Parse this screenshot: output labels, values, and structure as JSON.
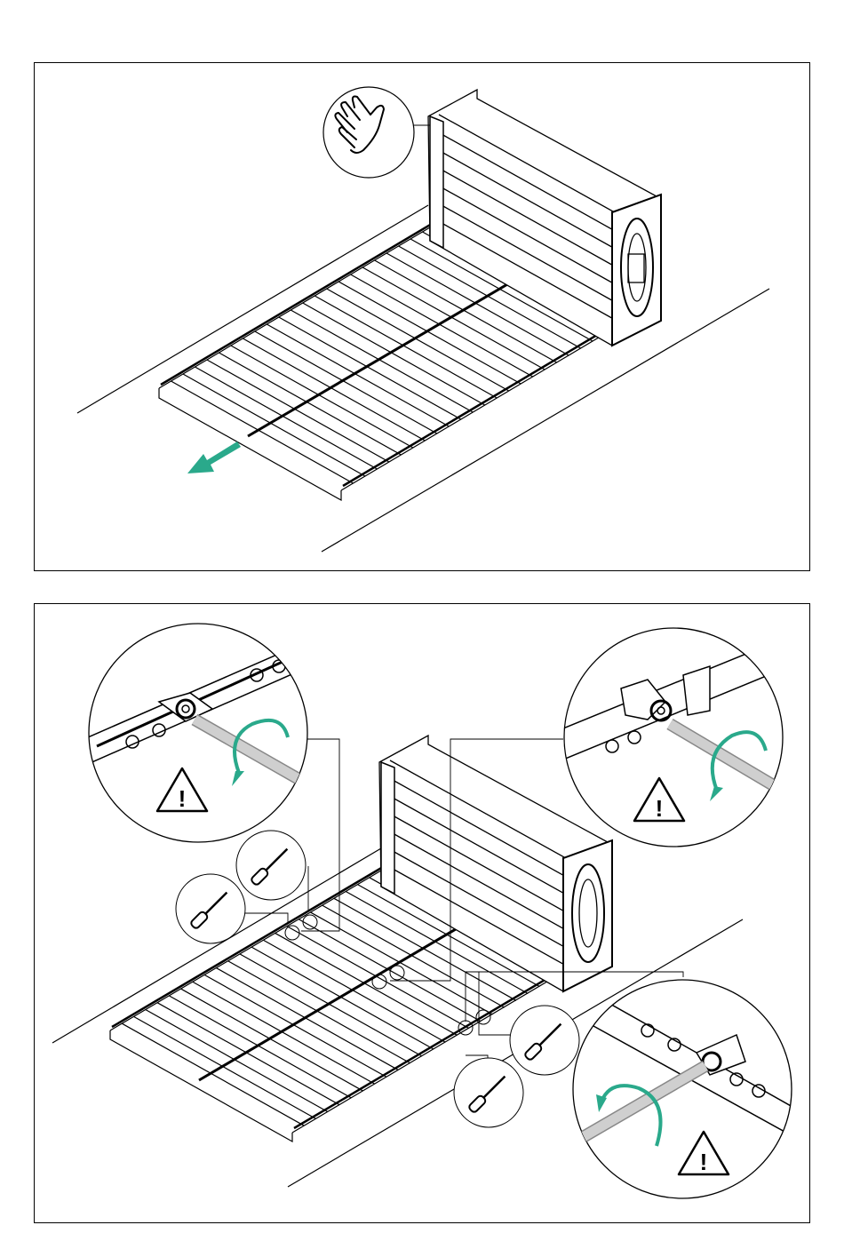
{
  "document": {
    "type": "assembly-instructions",
    "panels": [
      {
        "id": "step-1",
        "icons": [
          "hand-icon",
          "pull-direction-arrow-icon"
        ],
        "accent_color": "#2aa98b"
      },
      {
        "id": "step-2",
        "icons": [
          "screwdriver-icon",
          "rotate-arrow-icon",
          "warning-icon"
        ],
        "warning_symbol": "!",
        "accent_color": "#2aa98b"
      }
    ]
  },
  "colors": {
    "line": "#000000",
    "accent": "#2aa98b",
    "background": "#ffffff",
    "rod": "#cfcfcf"
  }
}
